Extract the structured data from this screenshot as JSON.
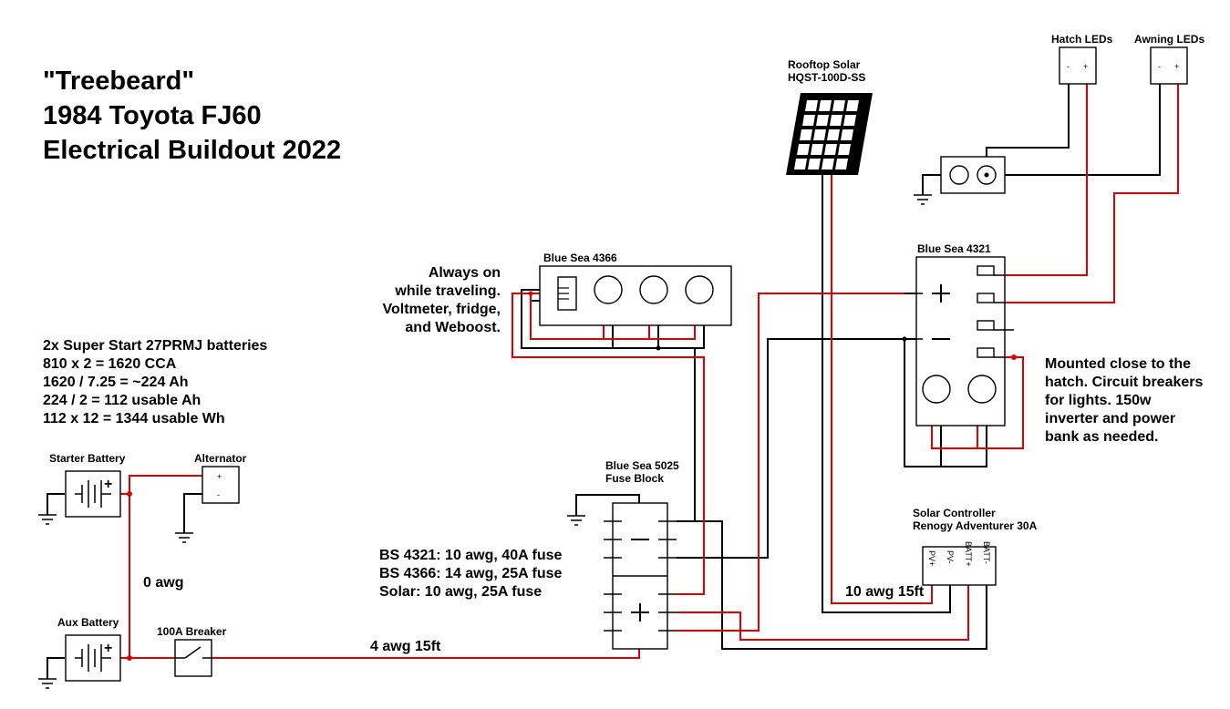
{
  "title": {
    "line1": "\"Treebeard\"",
    "line2": "1984 Toyota FJ60",
    "line3": "Electrical Buildout 2022"
  },
  "battery_notes": [
    "2x Super Start 27PRMJ batteries",
    "810 x 2 = 1620 CCA",
    "1620 / 7.25 = ~224 Ah",
    "224 / 2 = 112 usable Ah",
    "112 x 12 = 1344 usable Wh"
  ],
  "always_on_note": [
    "Always on",
    "while traveling.",
    "Voltmeter, fridge,",
    "and Weboost."
  ],
  "hatch_note": [
    "Mounted close to the",
    "hatch. Circuit breakers",
    "for lights. 150w",
    "inverter and power",
    "bank as needed."
  ],
  "fuse_notes": [
    "BS 4321: 10 awg, 40A fuse",
    "BS 4366: 14 awg, 25A fuse",
    "Solar: 10 awg, 25A fuse"
  ],
  "components": {
    "starter_battery": "Starter Battery",
    "alternator": "Alternator",
    "aux_battery": "Aux Battery",
    "breaker": "100A Breaker",
    "bs4366": "Blue Sea 4366",
    "bs4321": "Blue Sea 4321",
    "fuse_block_line1": "Blue Sea 5025",
    "fuse_block_line2": "Fuse Block",
    "solar_line1": "Rooftop Solar",
    "solar_line2": "HQST-100D-SS",
    "controller_line1": "Solar Controller",
    "controller_line2": "Renogy Adventurer 30A",
    "hatch_leds": "Hatch LEDs",
    "awning_leds": "Awning LEDs"
  },
  "terminals": {
    "plus": "+",
    "minus": "-",
    "pv_plus": "PV+",
    "pv_minus": "PV-",
    "batt_plus": "BATT+",
    "batt_minus": "BATT-"
  },
  "wire_labels": {
    "zero_awg": "0 awg",
    "four_awg": "4 awg 15ft",
    "ten_awg": "10 awg 15ft"
  },
  "colors": {
    "positive_wire": "#e00000",
    "negative_wire": "#000000"
  }
}
